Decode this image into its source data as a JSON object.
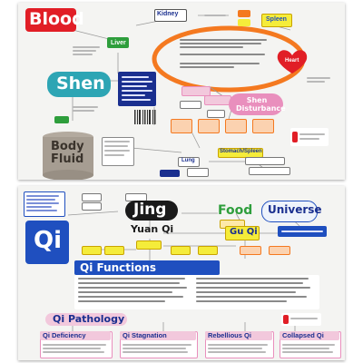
{
  "top": {
    "blood": "Blood",
    "kidney": "Kidney",
    "spleen": "Spleen",
    "liver": "Liver",
    "heart": "Heart",
    "shen": "Shen",
    "shen_disturbance": "Shen Disturbance",
    "body_fluid": "Body Fluid",
    "lung": "Lung",
    "stomach_spleen": "Stomach/Spleen"
  },
  "bottom": {
    "qi": "Qi",
    "jing": "Jing",
    "food": "Food",
    "universe": "Universe",
    "yuan_qi": "Yuan Qi",
    "gu_qi": "Gu Qi",
    "qi_functions": "Qi Functions",
    "qi_pathology": "Qi Pathology",
    "qi_deficiency": "Qi Deficiency",
    "qi_stagnation": "Qi Stagnation",
    "rebellious_qi": "Rebellious Qi",
    "collapsed_qi": "Collapsed Qi"
  },
  "colors": {
    "red": "#e11e26",
    "orange": "#f47920",
    "green": "#2e9e3c",
    "blue": "#1f4fbf",
    "dark_blue": "#1a2f8f",
    "teal": "#2da5b4",
    "pink": "#e98fbd",
    "yellow": "#f5ec3a",
    "gray_brown": "#a69d92"
  }
}
